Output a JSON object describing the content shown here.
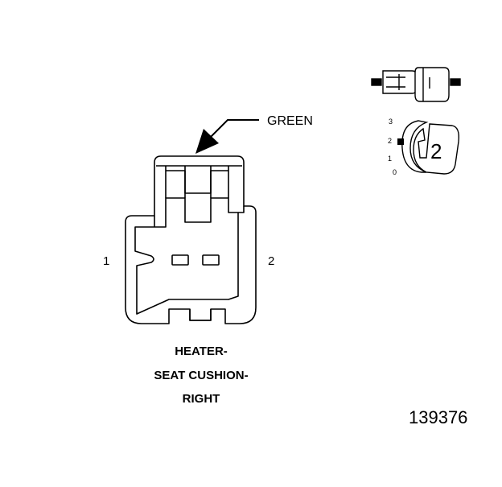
{
  "connector": {
    "color_label": "GREEN",
    "pin_labels": [
      "1",
      "2"
    ],
    "name_lines": [
      "HEATER-",
      "SEAT CUSHION-",
      "RIGHT"
    ]
  },
  "inset": {
    "position_marks": [
      "3",
      "2",
      "1",
      "0"
    ],
    "selected_number": "2"
  },
  "figure_number": "139376",
  "colors": {
    "ink": "#000000",
    "fill": "#ffffff",
    "shade": "#eeeeee"
  }
}
